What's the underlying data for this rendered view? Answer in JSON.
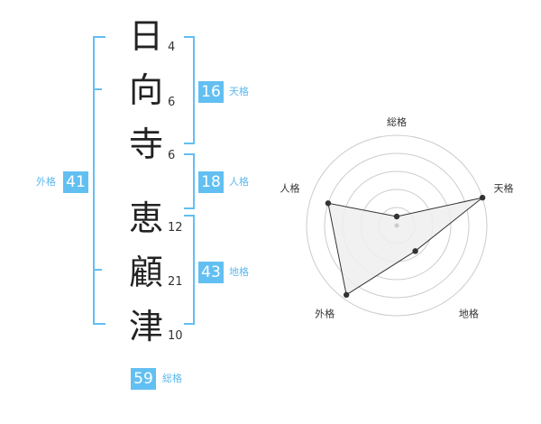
{
  "name_chars": [
    {
      "char": "日",
      "strokes": "4"
    },
    {
      "char": "向",
      "strokes": "6"
    },
    {
      "char": "寺",
      "strokes": "6"
    },
    {
      "char": "恵",
      "strokes": "12"
    },
    {
      "char": "顧",
      "strokes": "21"
    },
    {
      "char": "津",
      "strokes": "10"
    }
  ],
  "fortune": {
    "tenkaku": {
      "value": "16",
      "label": "天格"
    },
    "jinkaku": {
      "value": "18",
      "label": "人格"
    },
    "chikaku": {
      "value": "43",
      "label": "地格"
    },
    "gaikaku": {
      "value": "41",
      "label": "外格"
    },
    "soukaku": {
      "value": "59",
      "label": "総格"
    }
  },
  "colors": {
    "accent": "#62bff2",
    "radar_fill": "#eeeeee",
    "radar_line": "#333333",
    "grid": "#cccccc"
  },
  "chart_data": {
    "type": "radar",
    "axes": [
      "総格",
      "天格",
      "地格",
      "外格",
      "人格"
    ],
    "values": [
      0.1,
      1.0,
      0.35,
      0.95,
      0.8
    ],
    "max": 1.0,
    "rings": 5
  }
}
